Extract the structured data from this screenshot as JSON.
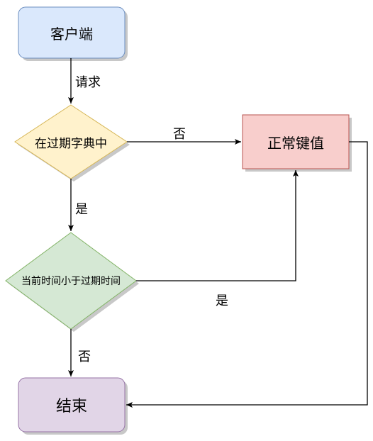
{
  "colors": {
    "stroke": "#000000",
    "shadow": "#c8c8c8"
  },
  "nodes": {
    "client": {
      "label": "客户端",
      "fill": "#dae8fc",
      "border": "#6c8ebf"
    },
    "check_expire_dict": {
      "label": "在过期字典中",
      "fill": "#fff2cc",
      "border": "#d6b656"
    },
    "normal_key": {
      "label": "正常键值",
      "fill": "#f8cecc",
      "border": "#b85450"
    },
    "time_compare": {
      "label": "当前时间小于过期时间",
      "fill": "#d5e8d4",
      "border": "#82b366"
    },
    "end": {
      "label": "结束",
      "fill": "#e1d5e7",
      "border": "#9673a6"
    }
  },
  "edges": {
    "request": {
      "label": "请求"
    },
    "not_in_dict": {
      "label": "否"
    },
    "in_dict": {
      "label": "是"
    },
    "time_yes": {
      "label": "是"
    },
    "time_no": {
      "label": "否"
    },
    "normal_to_end": {
      "label": ""
    }
  }
}
